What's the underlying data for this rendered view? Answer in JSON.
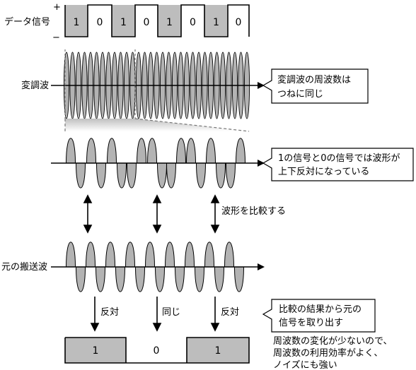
{
  "labels": {
    "data_signal": "データ信号",
    "plus": "+",
    "minus": "−",
    "modulated_wave": "変調波",
    "carrier_wave": "元の搬送波",
    "compare_waveform": "波形を比較する"
  },
  "data_bits": [
    "1",
    "0",
    "1",
    "0",
    "1",
    "0",
    "1",
    "0"
  ],
  "callouts": {
    "frequency_same": [
      "変調波の周波数は",
      "つねに同じ"
    ],
    "inverted": [
      "1の信号と0の信号では波形が",
      "上下反対になっている"
    ],
    "extract": [
      "比較の結果から元の",
      "信号を取り出す"
    ]
  },
  "comparisons": [
    "反対",
    "同じ",
    "反対"
  ],
  "output_bits": [
    "1",
    "0",
    "1"
  ],
  "note": [
    "周波数の変化が少ないので、",
    "周波数の利用効率がよく、",
    "ノイズにも強い"
  ],
  "colors": {
    "wave_fill": "#b3b3b3",
    "bit_fill": "#bdbdbd",
    "line": "#000000"
  }
}
